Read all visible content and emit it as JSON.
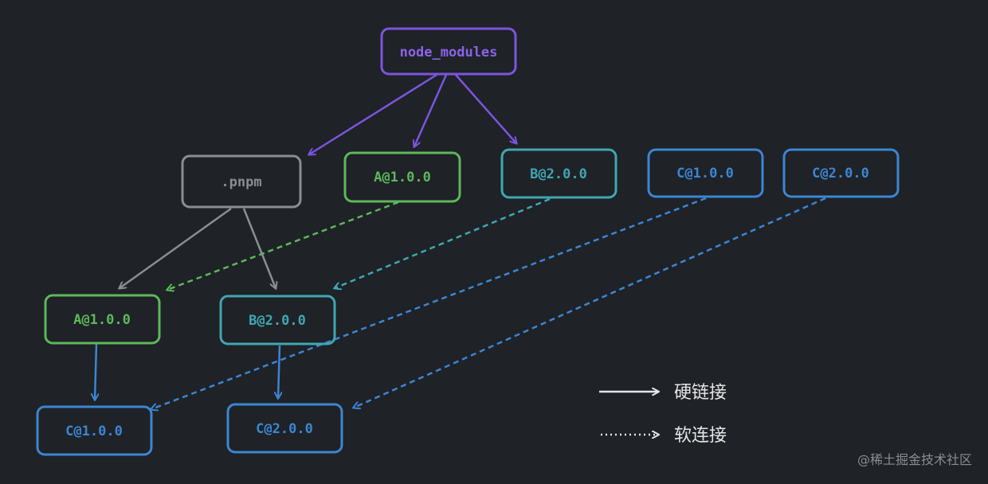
{
  "colors": {
    "background": "#1f2226",
    "root": "#7b55e0",
    "store": "#8a8d91",
    "package_a": "#5cb85c",
    "package_b": "#3fa7b3",
    "package_c": "#3b86d4",
    "legend": "#e6e6e6"
  },
  "nodes": {
    "node_modules": "node_modules",
    "pnpm": ".pnpm",
    "top_a": "A@1.0.0",
    "top_b": "B@2.0.0",
    "top_c1": "C@1.0.0",
    "top_c2": "C@2.0.0",
    "store_a": "A@1.0.0",
    "store_b": "B@2.0.0",
    "store_c1": "C@1.0.0",
    "store_c2": "C@2.0.0"
  },
  "legend": {
    "hard_link": "硬链接",
    "soft_link": "软连接"
  },
  "watermark": "@稀土掘金技术社区"
}
